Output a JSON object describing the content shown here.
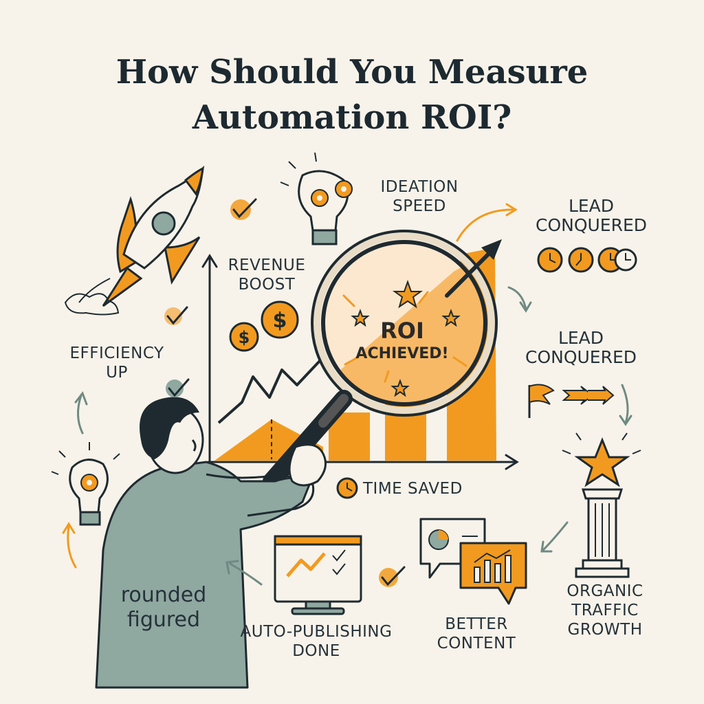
{
  "title": {
    "line1": "How Should You Measure",
    "line2": "Automation ROI?"
  },
  "center": {
    "line1": "ROI",
    "line2": "ACHIEVED!"
  },
  "labels": {
    "ideation": {
      "line1": "IDEATION",
      "line2": "SPEED"
    },
    "lead_top": {
      "line1": "LEAD",
      "line2": "CONQUERED"
    },
    "revenue": {
      "line1": "REVENUE",
      "line2": "BOOST"
    },
    "lead_mid": {
      "line1": "LEAD",
      "line2": "CONQUERED"
    },
    "efficiency": {
      "line1": "EFFICIENCY",
      "line2": "UP"
    },
    "time_saved": "TIME SAVED",
    "organic": {
      "line1": "ORGANIC",
      "line2": "TRAFFIC",
      "line3": "GROWTH"
    },
    "rounded": {
      "line1": "rounded",
      "line2": "figured"
    },
    "auto_publishing": {
      "line1": "AUTO-PUBLISHING",
      "line2": "DONE"
    },
    "better_content": {
      "line1": "BETTER",
      "line2": "CONTENT"
    }
  },
  "colors": {
    "accent": "#f29a1f",
    "ink": "#1f2a30",
    "sage": "#8fa8a0",
    "background": "#f7f3ea"
  },
  "icons": [
    "rocket-icon",
    "lightbulb-gears-icon",
    "check-icon",
    "dollar-coin-icon",
    "magnifying-glass-icon",
    "clock-icon",
    "flag-icon",
    "star-trophy-icon",
    "monitor-chart-icon",
    "chat-chart-icon",
    "person-icon"
  ]
}
